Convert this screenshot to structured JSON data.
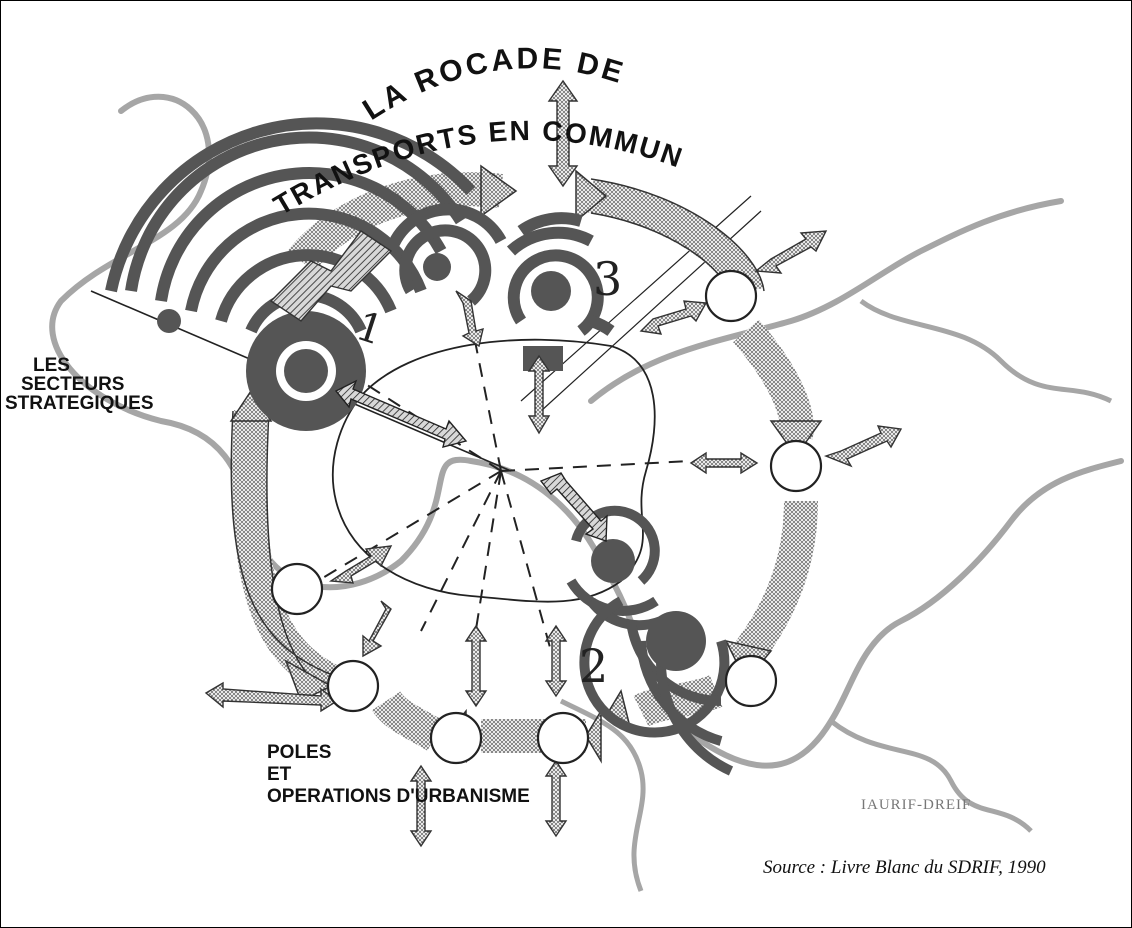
{
  "title": {
    "line1": "LA ROCADE DE",
    "line2": "TRANSPORTS EN COMMUN"
  },
  "labels": {
    "secteurs_1": "LES",
    "secteurs_2": "SECTEURS",
    "secteurs_3": "STRATEGIQUES",
    "poles_1": "POLES",
    "poles_2": "ET",
    "poles_3": "OPERATIONS D'URBANISME"
  },
  "sector_numbers": [
    "1",
    "2",
    "3"
  ],
  "credit": "IAURIF-DREIF",
  "source": "Source : Livre Blanc du SDRIF, 1990",
  "colors": {
    "ink": "#111111",
    "river": "#a6a6a6",
    "stipple": "#bfbfbf",
    "sector_fill": "#5a5a5a"
  }
}
